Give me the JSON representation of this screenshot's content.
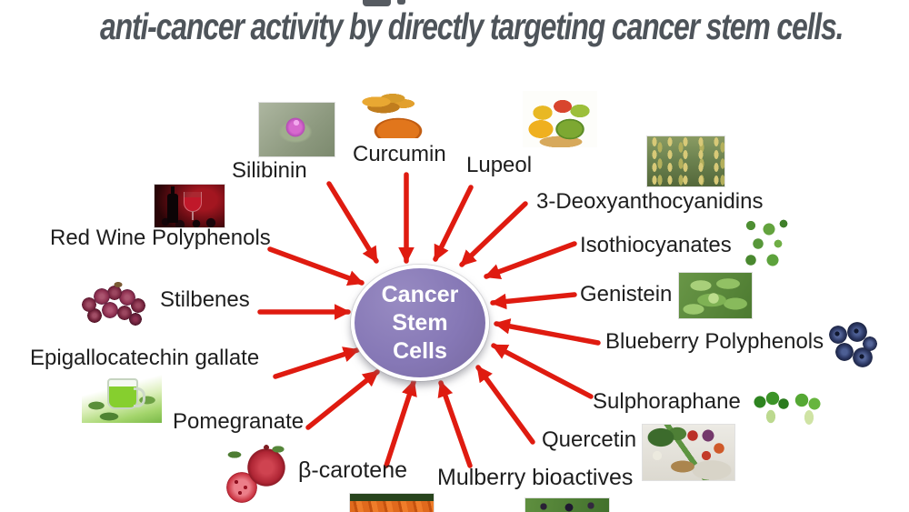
{
  "title": {
    "text": "anti-cancer activity by directly targeting cancer stem cells."
  },
  "center": {
    "lines": [
      "Cancer",
      "Stem",
      "Cells"
    ],
    "fill_color": "#8678b6",
    "text_color": "#ffffff"
  },
  "arrow_color": "#df1b10",
  "compounds": [
    {
      "label": "Silibinin",
      "image": "milk-thistle-photo"
    },
    {
      "label": "Curcumin",
      "image": "turmeric-powder-photo"
    },
    {
      "label": "Lupeol",
      "image": "mangoes-photo"
    },
    {
      "label": "3-Deoxyanthocyanidins",
      "image": "sorghum-field-photo"
    },
    {
      "label": "Isothiocyanates",
      "image": "broccoli-pieces-photo"
    },
    {
      "label": "Genistein",
      "image": "soybeans-photo"
    },
    {
      "label": "Blueberry Polyphenols",
      "image": "blueberries-photo"
    },
    {
      "label": "Sulphoraphane",
      "image": "broccoli-florets-photo"
    },
    {
      "label": "Quercetin",
      "image": "mixed-vegetables-photo"
    },
    {
      "label": "Mulberry bioactives",
      "image": "mulberries-photo"
    },
    {
      "label": "β-carotene",
      "image": "carrots-photo"
    },
    {
      "label": "Pomegranate",
      "image": "pomegranate-photo"
    },
    {
      "label": "Epigallocatechin gallate",
      "image": "green-tea-photo"
    },
    {
      "label": "Stilbenes",
      "image": "red-grapes-photo"
    },
    {
      "label": "Red Wine Polyphenols",
      "image": "red-wine-photo"
    }
  ]
}
